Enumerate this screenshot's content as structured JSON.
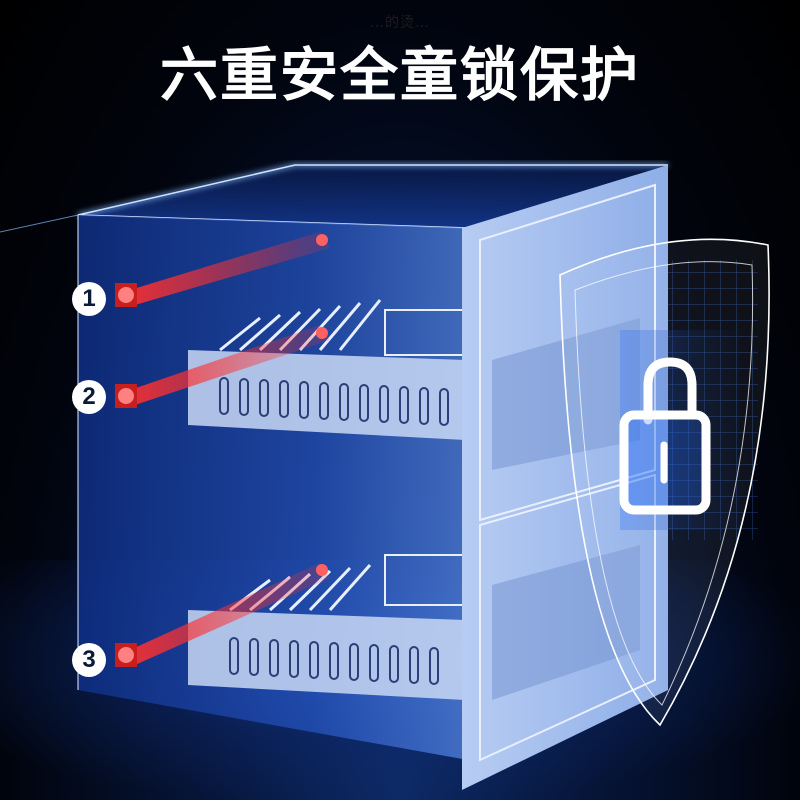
{
  "header": {
    "title": "六重安全童锁保护",
    "faint_subtitle": "…的烫…"
  },
  "markers": [
    {
      "label": "1"
    },
    {
      "label": "2"
    },
    {
      "label": "3"
    }
  ],
  "colors": {
    "background": "#000000",
    "cabinet_glow": "#3a8cff",
    "lock_red": "#ff3b3b",
    "shield_outline": "#ffffff",
    "panel_blue": "#9fbff0"
  },
  "icons": {
    "lock": "padlock-icon",
    "shield": "shield-icon"
  }
}
